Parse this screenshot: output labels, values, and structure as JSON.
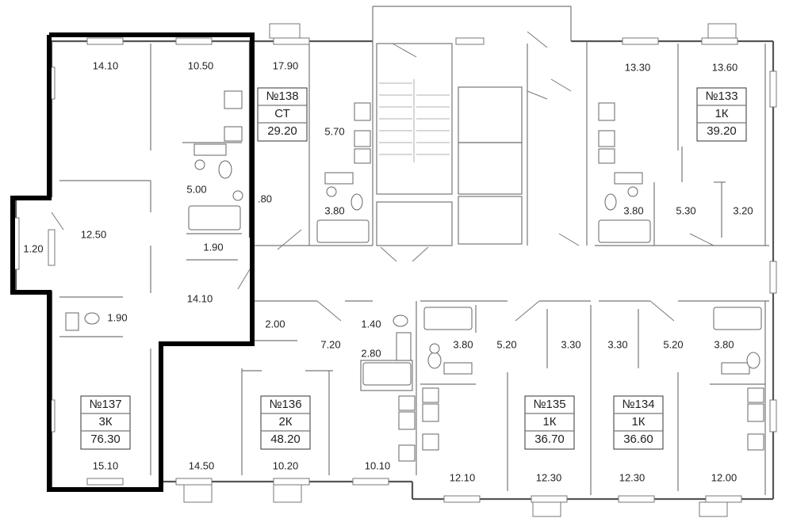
{
  "apartments": [
    {
      "id": "137",
      "number": "№137",
      "type": "3К",
      "area": "76.30"
    },
    {
      "id": "136",
      "number": "№136",
      "type": "2К",
      "area": "48.20"
    },
    {
      "id": "138",
      "number": "№138",
      "type": "СТ",
      "area": "29.20"
    },
    {
      "id": "133",
      "number": "№133",
      "type": "1К",
      "area": "39.20"
    },
    {
      "id": "135",
      "number": "№135",
      "type": "1К",
      "area": "36.70"
    },
    {
      "id": "134",
      "number": "№134",
      "type": "1К",
      "area": "36.60"
    }
  ],
  "room_areas": [
    "14.10",
    "10.50",
    "5.00",
    "12.50",
    "1.90",
    "1.20",
    "14.10",
    "1.90",
    "15.10",
    "17.90",
    "5.70",
    ".80",
    "3.80",
    "13.30",
    "13.60",
    "3.80",
    "5.30",
    "3.20",
    "2.00",
    "7.20",
    "1.40",
    "2.80",
    "14.50",
    "10.20",
    "10.10",
    "3.80",
    "5.20",
    "3.30",
    "12.10",
    "12.30",
    "3.30",
    "5.20",
    "3.80",
    "12.30",
    "12.00"
  ],
  "colors": {
    "highlight": "#000000",
    "walls": "#555555",
    "fixtures": "#666666"
  }
}
